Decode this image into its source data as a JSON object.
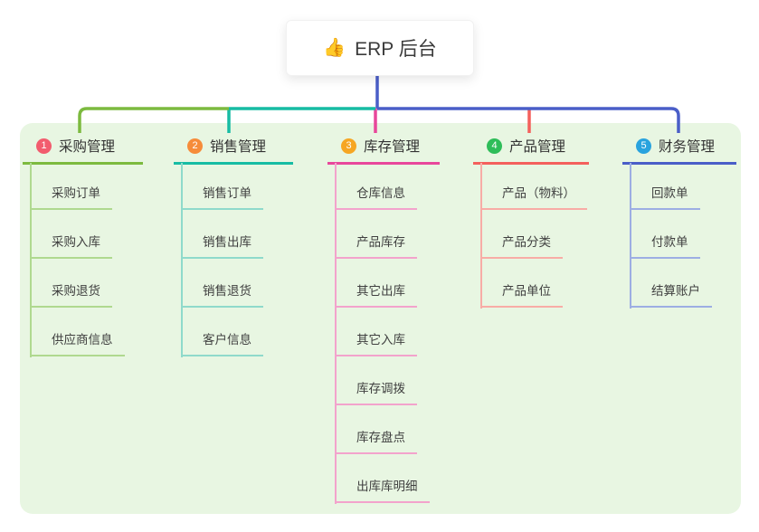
{
  "root": {
    "label": "ERP 后台",
    "icon": "thumbs-up-icon",
    "icon_glyph": "👍"
  },
  "branches": [
    {
      "index": "1",
      "label": "采购管理",
      "color": "#7cba3f",
      "light_color": "#afd98f",
      "badge_color": "#f25c6e",
      "children": [
        "采购订单",
        "采购入库",
        "采购退货",
        "供应商信息"
      ]
    },
    {
      "index": "2",
      "label": "销售管理",
      "color": "#17bca4",
      "light_color": "#8fdacb",
      "badge_color": "#f68c3a",
      "children": [
        "销售订单",
        "销售出库",
        "销售退货",
        "客户信息"
      ]
    },
    {
      "index": "3",
      "label": "库存管理",
      "color": "#e8479b",
      "light_color": "#f3a3cc",
      "badge_color": "#f6a623",
      "children": [
        "仓库信息",
        "产品库存",
        "其它出库",
        "其它入库",
        "库存调拨",
        "库存盘点",
        "出库库明细"
      ]
    },
    {
      "index": "4",
      "label": "产品管理",
      "color": "#f4605c",
      "light_color": "#f8aca6",
      "badge_color": "#2ebd59",
      "children": [
        "产品（物料）",
        "产品分类",
        "产品单位"
      ]
    },
    {
      "index": "5",
      "label": "财务管理",
      "color": "#4a5ec8",
      "light_color": "#9daee3",
      "badge_color": "#29a3de",
      "children": [
        "回款单",
        "付款单",
        "结算账户"
      ]
    }
  ],
  "colors": {
    "panel_background": "#e8f6e2",
    "root_connector": "#4a5ec8",
    "page_background": "#ffffff",
    "text": "#3b3b3b"
  }
}
